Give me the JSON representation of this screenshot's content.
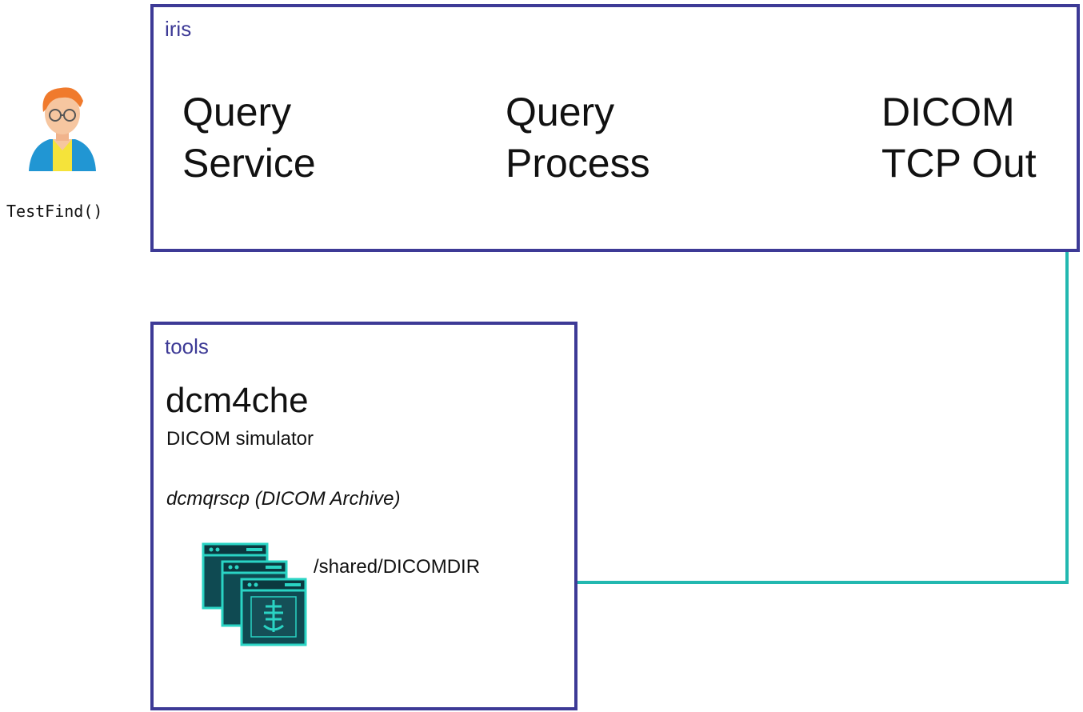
{
  "caller": {
    "icon": "developer-avatar-icon",
    "label": "TestFind()"
  },
  "iris": {
    "label": "iris",
    "nodes": [
      {
        "id": "query-service",
        "label": "Query\nService"
      },
      {
        "id": "query-process",
        "label": "Query\nProcess"
      },
      {
        "id": "dicom-tcp-out",
        "label": "DICOM\nTCP Out"
      }
    ]
  },
  "tools": {
    "label": "tools",
    "title": "dcm4che",
    "subtitle": "DICOM simulator",
    "archive": "dcmqrscp (DICOM Archive)",
    "storage_icon": "dicom-server-stack-icon",
    "path": "/shared/DICOMDIR"
  },
  "colors": {
    "box_border": "#3d3a96",
    "connector": "#22b8b0",
    "server_dark": "#0f4a52",
    "server_light": "#2ad4c4"
  }
}
